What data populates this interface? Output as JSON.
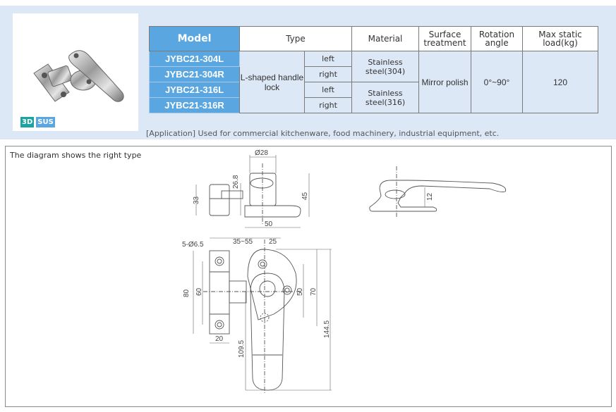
{
  "product": {
    "image_alt": "L-shaped handle lock photo",
    "badges": [
      "3D",
      "SUS"
    ]
  },
  "table": {
    "headers": {
      "model": "Model",
      "type": "Type",
      "material": "Material",
      "surface": "Surface treatment",
      "rotation": "Rotation angle",
      "load": "Max static load(kg)"
    },
    "rows": [
      {
        "model": "JYBC21-304L",
        "side": "left"
      },
      {
        "model": "JYBC21-304R",
        "side": "right"
      },
      {
        "model": "JYBC21-316L",
        "side": "left"
      },
      {
        "model": "JYBC21-316R",
        "side": "right"
      }
    ],
    "type_value": "L-shaped handle lock",
    "material_304": "Stainless steel(304)",
    "material_316": "Stainless steel(316)",
    "surface_value": "Mirror polish",
    "rotation_value": "0°~90°",
    "load_value": "120"
  },
  "application_note": "[Application] Used for commercial kitchenware, food machinery, industrial equipment, etc.",
  "diagram": {
    "caption": "The diagram shows the right type",
    "dimensions": {
      "d28": "Ø28",
      "d26_8": "26.8",
      "d33": "33",
      "d45": "45",
      "d50_top": "50",
      "d12": "12",
      "holes": "5-Ø6.5",
      "d35_55": "35~55",
      "d25": "25",
      "d80": "80",
      "d60": "60",
      "d50": "50",
      "d70": "70",
      "d144_5": "144.5",
      "d20": "20",
      "d109_5": "109.5"
    }
  },
  "colors": {
    "panel_bg": "#dde8f6",
    "model_bg": "#5aa6e0",
    "badge_3d": "#1aa3a0",
    "badge_sus": "#5aa6e0"
  }
}
